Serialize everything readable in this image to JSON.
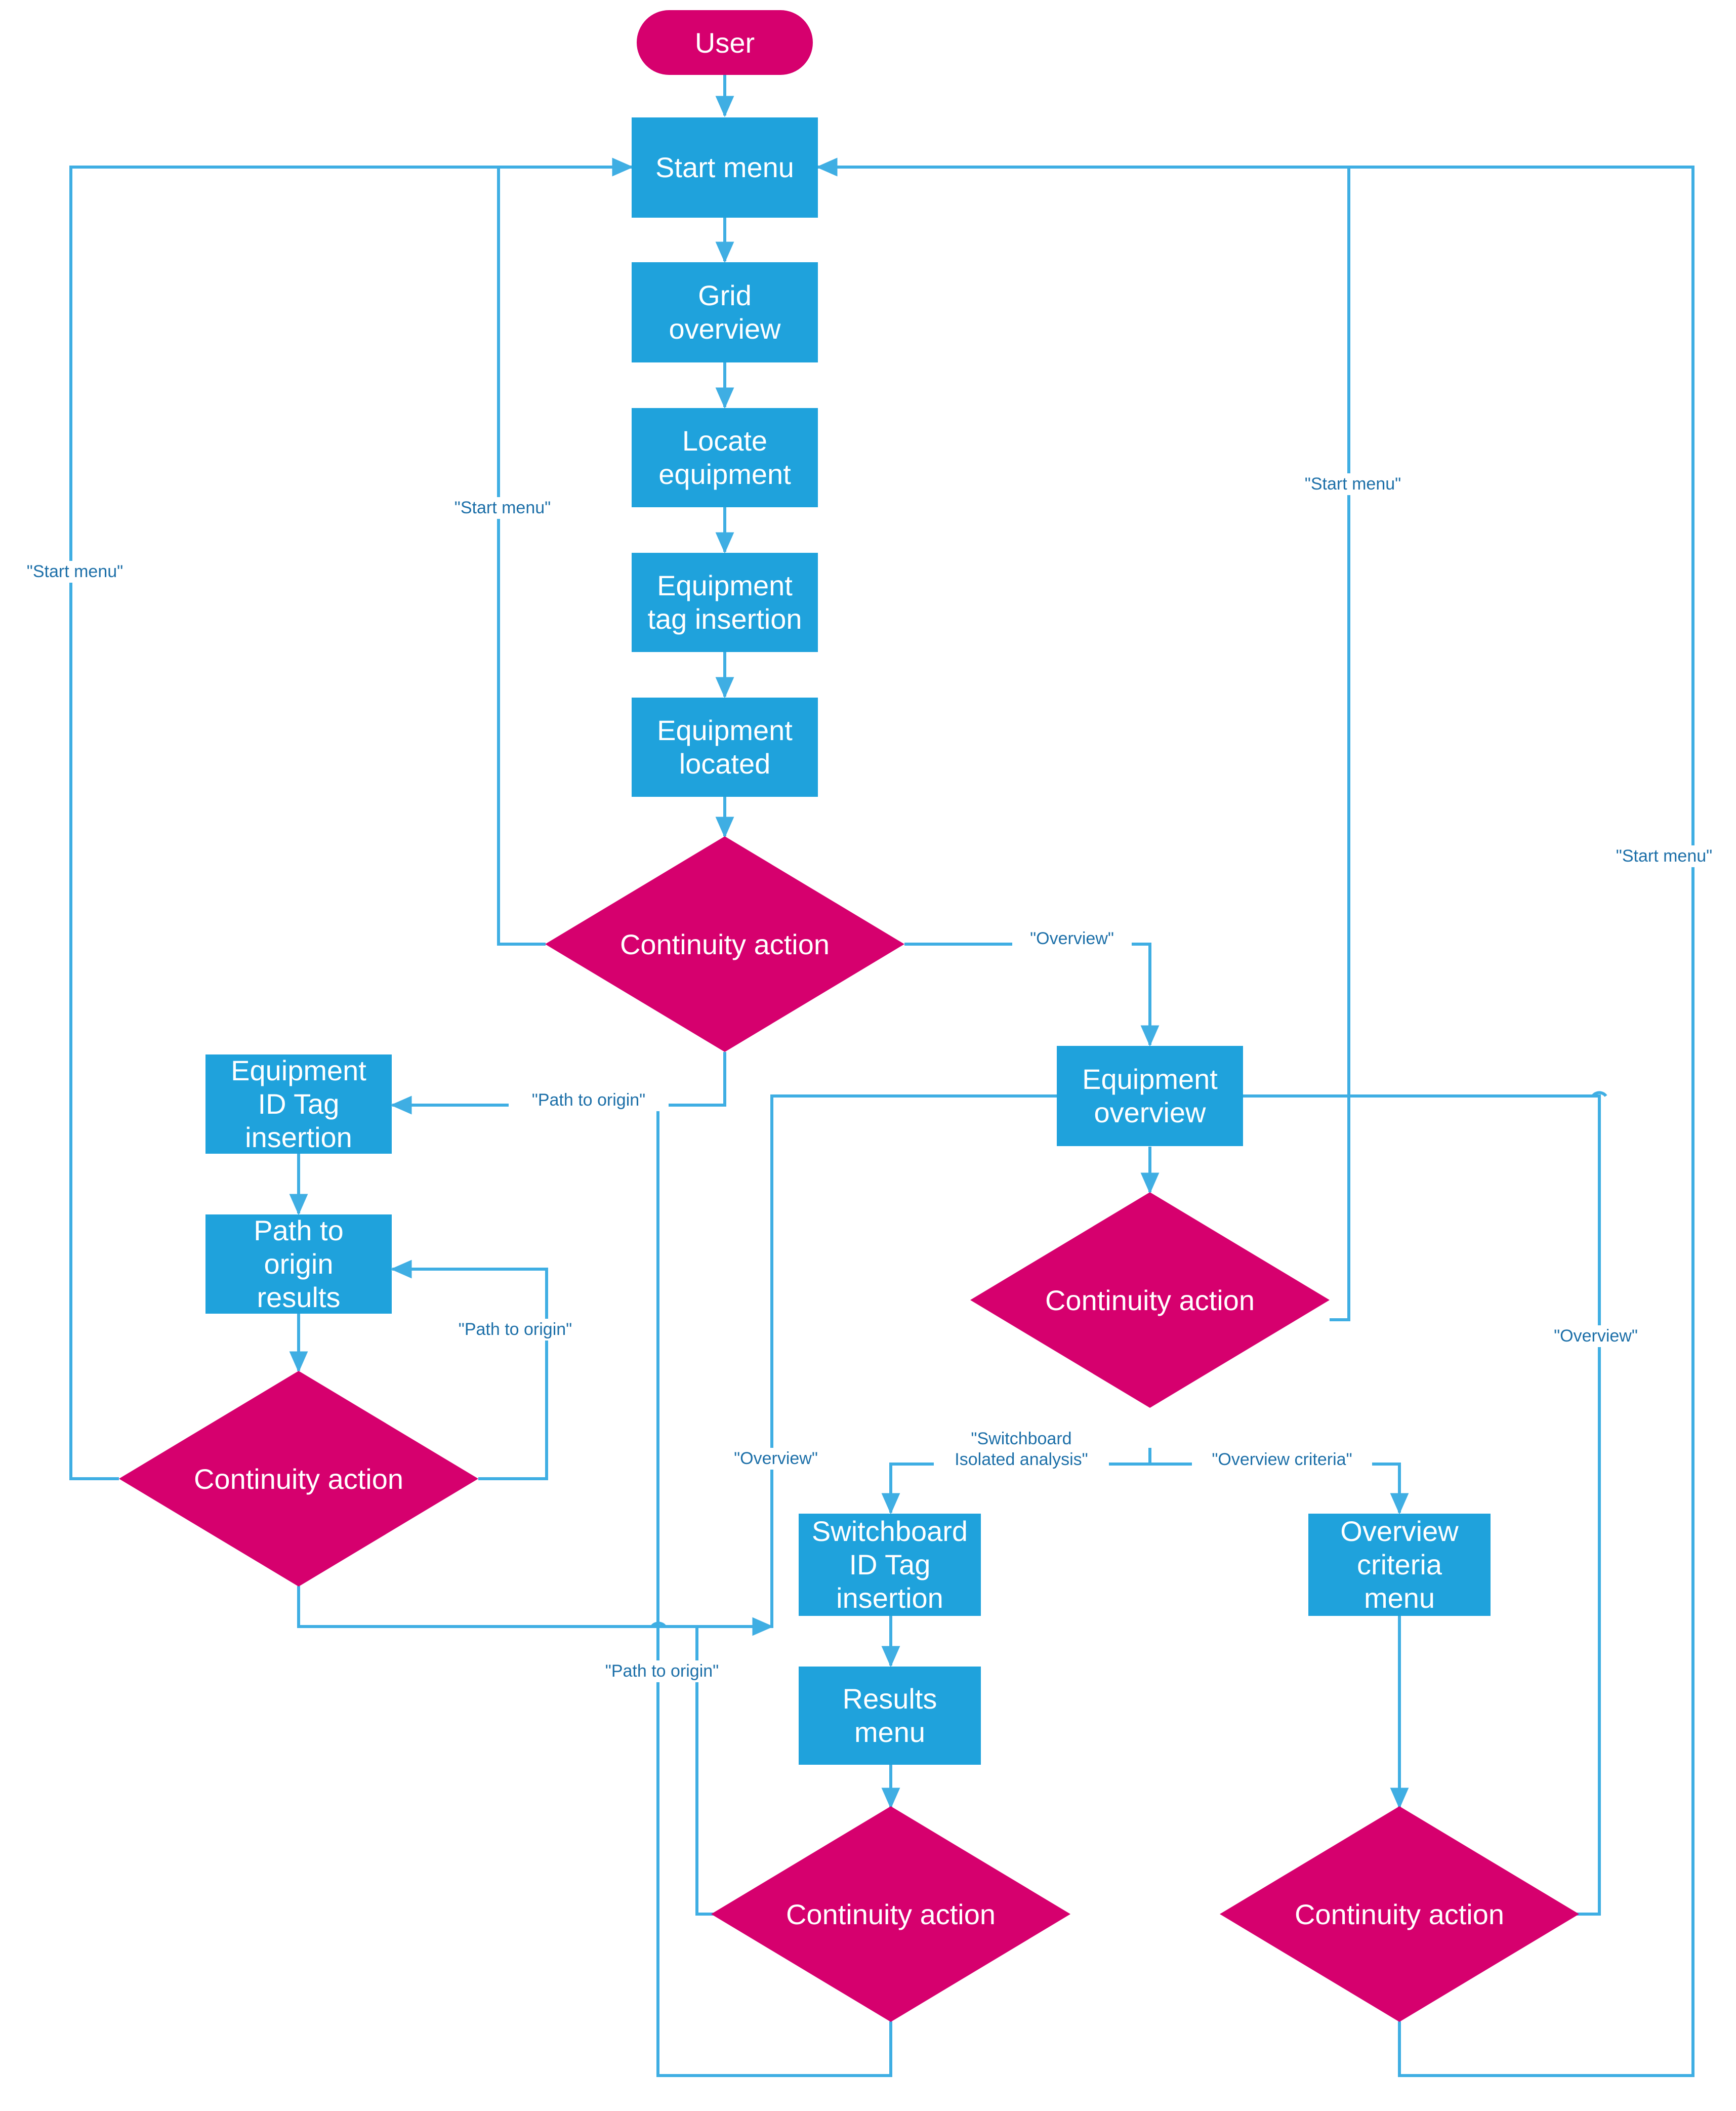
{
  "diagram": {
    "title": "Continuity analysis application navigation flowchart",
    "colors": {
      "process": "#1FA2DC",
      "decision": "#D6006E",
      "connector": "#3FAEE3",
      "label_text": "#1C6FA8",
      "background": "#FFFFFF"
    }
  },
  "nodes": {
    "user": {
      "label": "User",
      "shape": "terminator"
    },
    "start_menu": {
      "label": "Start menu",
      "shape": "process"
    },
    "grid_overview": {
      "label": "Grid\noverview",
      "shape": "process"
    },
    "locate_equipment": {
      "label": "Locate\nequipment",
      "shape": "process"
    },
    "equipment_tag_insertion": {
      "label": "Equipment\ntag insertion",
      "shape": "process"
    },
    "equipment_located": {
      "label": "Equipment\nlocated",
      "shape": "process"
    },
    "continuity_action_1": {
      "label": "Continuity action",
      "shape": "decision"
    },
    "equipment_id_tag_insertion": {
      "label": "Equipment\nID Tag\ninsertion",
      "shape": "process"
    },
    "path_to_origin_results": {
      "label": "Path to\norigin\nresults",
      "shape": "process"
    },
    "continuity_action_2": {
      "label": "Continuity action",
      "shape": "decision"
    },
    "equipment_overview": {
      "label": "Equipment\noverview",
      "shape": "process"
    },
    "continuity_action_3": {
      "label": "Continuity action",
      "shape": "decision"
    },
    "switchboard_id_tag_insertion": {
      "label": "Switchboard\nID Tag\ninsertion",
      "shape": "process"
    },
    "results_menu": {
      "label": "Results\nmenu",
      "shape": "process"
    },
    "overview_criteria_menu": {
      "label": "Overview\ncriteria\nmenu",
      "shape": "process"
    },
    "continuity_action_4": {
      "label": "Continuity action",
      "shape": "decision"
    },
    "continuity_action_5": {
      "label": "Continuity action",
      "shape": "decision"
    }
  },
  "edge_labels": {
    "start_menu_far_left": "\"Start menu\"",
    "start_menu_inner_left": "\"Start menu\"",
    "start_menu_inner_right": "\"Start menu\"",
    "start_menu_far_right": "\"Start menu\"",
    "overview_from_ca1": "\"Overview\"",
    "path_to_origin_from_ca1": "\"Path to origin\"",
    "path_to_origin_from_ca2": "\"Path to origin\"",
    "overview_from_ca4_branch": "\"Overview\"",
    "switchboard_isolated_analysis": "\"Switchboard\nIsolated analysis\"",
    "overview_criteria": "\"Overview criteria\"",
    "overview_far_right": "\"Overview\"",
    "path_to_origin_lower": "\"Path to origin\""
  },
  "edges": [
    {
      "from": "user",
      "to": "start_menu",
      "label": ""
    },
    {
      "from": "start_menu",
      "to": "grid_overview",
      "label": ""
    },
    {
      "from": "grid_overview",
      "to": "locate_equipment",
      "label": ""
    },
    {
      "from": "locate_equipment",
      "to": "equipment_tag_insertion",
      "label": ""
    },
    {
      "from": "equipment_tag_insertion",
      "to": "equipment_located",
      "label": ""
    },
    {
      "from": "equipment_located",
      "to": "continuity_action_1",
      "label": ""
    },
    {
      "from": "continuity_action_1",
      "to": "start_menu",
      "label": "\"Start menu\""
    },
    {
      "from": "continuity_action_1",
      "to": "equipment_overview",
      "label": "\"Overview\""
    },
    {
      "from": "continuity_action_1",
      "to": "equipment_id_tag_insertion",
      "label": "\"Path to origin\""
    },
    {
      "from": "equipment_id_tag_insertion",
      "to": "path_to_origin_results",
      "label": ""
    },
    {
      "from": "path_to_origin_results",
      "to": "continuity_action_2",
      "label": ""
    },
    {
      "from": "continuity_action_2",
      "to": "path_to_origin_results",
      "label": "\"Path to origin\""
    },
    {
      "from": "continuity_action_2",
      "to": "start_menu",
      "label": "\"Start menu\""
    },
    {
      "from": "continuity_action_2",
      "to": "equipment_overview",
      "label": "\"Overview\""
    },
    {
      "from": "equipment_overview",
      "to": "continuity_action_3",
      "label": ""
    },
    {
      "from": "continuity_action_3",
      "to": "start_menu",
      "label": "\"Start menu\""
    },
    {
      "from": "continuity_action_3",
      "to": "switchboard_id_tag_insertion",
      "label": "\"Switchboard Isolated analysis\""
    },
    {
      "from": "continuity_action_3",
      "to": "overview_criteria_menu",
      "label": "\"Overview criteria\""
    },
    {
      "from": "switchboard_id_tag_insertion",
      "to": "results_menu",
      "label": ""
    },
    {
      "from": "results_menu",
      "to": "continuity_action_4",
      "label": ""
    },
    {
      "from": "continuity_action_4",
      "to": "equipment_overview",
      "label": "\"Overview\""
    },
    {
      "from": "continuity_action_4",
      "to": "equipment_id_tag_insertion",
      "label": "\"Path to origin\""
    },
    {
      "from": "overview_criteria_menu",
      "to": "continuity_action_5",
      "label": ""
    },
    {
      "from": "continuity_action_5",
      "to": "equipment_overview",
      "label": "\"Overview\""
    },
    {
      "from": "continuity_action_5",
      "to": "start_menu",
      "label": "\"Start menu\""
    }
  ]
}
